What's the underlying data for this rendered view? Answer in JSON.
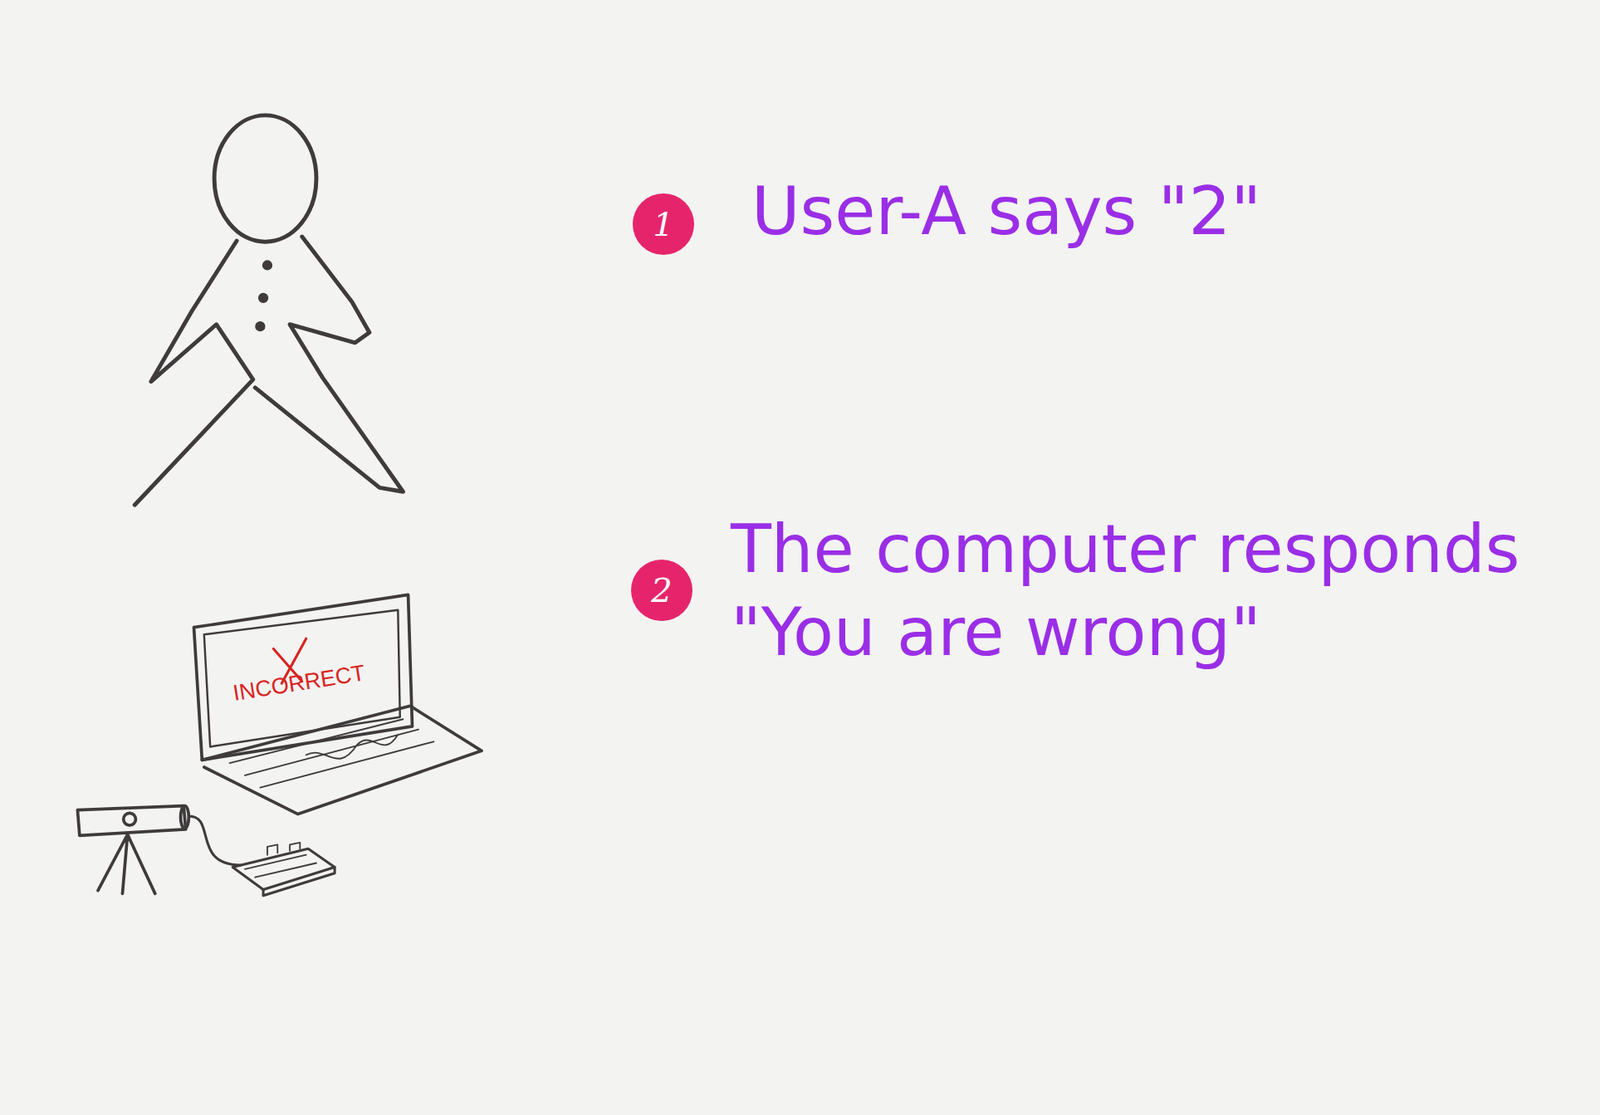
{
  "diagram": {
    "nodes": [
      {
        "text": [
          "1"
        ]
      },
      {
        "text": [
          "2"
        ]
      }
    ],
    "labels": [
      "User-A says \"2\"",
      "The computer responds \"You are wrong\"",
      "INCORRECT"
    ]
  }
}
